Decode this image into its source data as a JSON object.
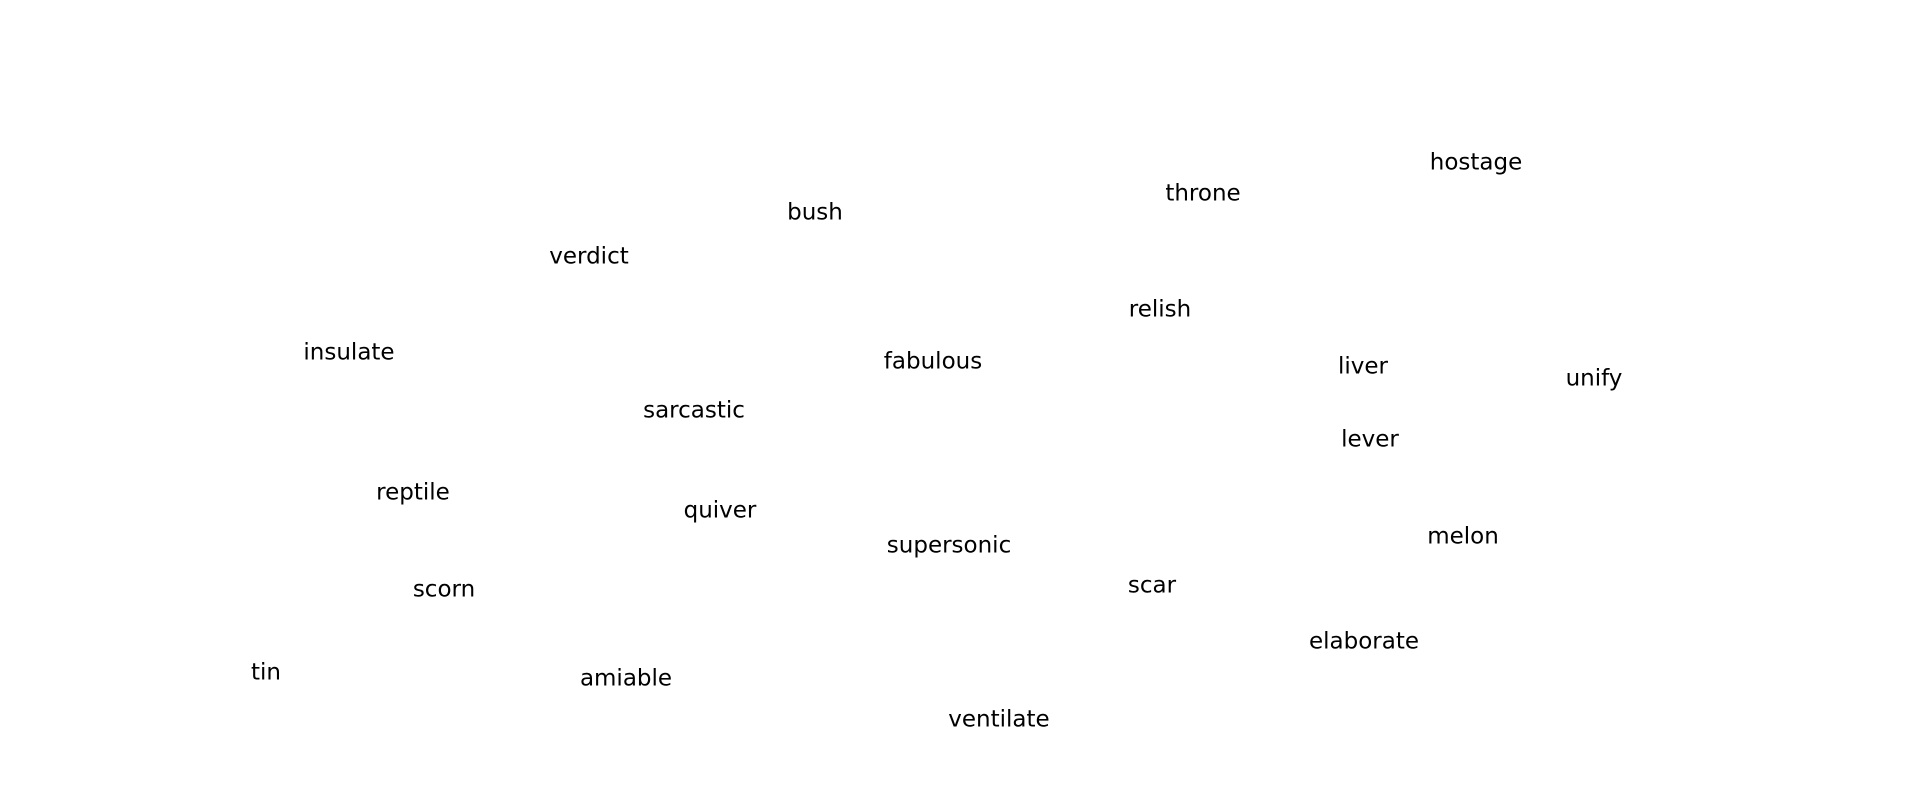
{
  "words": [
    "hostage",
    "throne",
    "bush",
    "verdict",
    "relish",
    "insulate",
    "fabulous",
    "liver",
    "unify",
    "sarcastic",
    "lever",
    "reptile",
    "quiver",
    "supersonic",
    "melon",
    "scar",
    "scorn",
    "elaborate",
    "tin",
    "amiable",
    "ventilate"
  ],
  "colors": {
    "background": "#ffffff",
    "text": "#000000"
  }
}
